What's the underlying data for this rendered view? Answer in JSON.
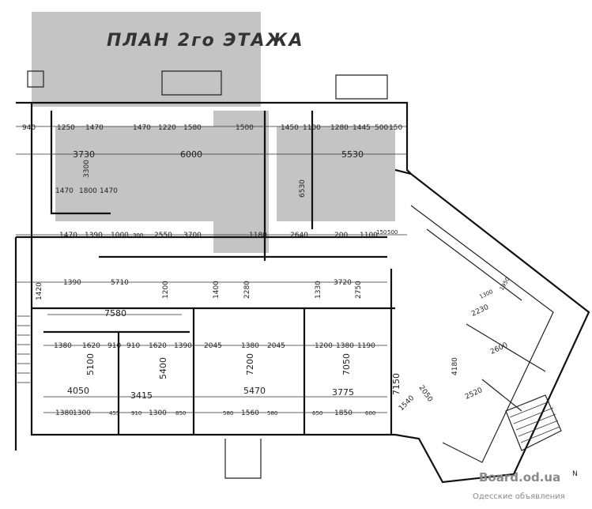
{
  "title": "ПЛАН 2го ЭТАЖА",
  "watermark": {
    "site": "Board.od.ua",
    "tagline": "Одесские объявления"
  },
  "top_row": [
    "940",
    "1250",
    "1470",
    "1470",
    "1220",
    "1580",
    "1500",
    "1450",
    "1100",
    "1280",
    "1445",
    "500",
    "150"
  ],
  "top_large": {
    "a": "3730",
    "b": "6000",
    "c": "5530"
  },
  "upper_vertical": {
    "left": "3300",
    "right": "6530"
  },
  "upper_small": {
    "a": "1470",
    "b": "1800",
    "c": "1470"
  },
  "mid_row": [
    "1470",
    "1390",
    "1000",
    "300",
    "2550",
    "3700",
    "1180",
    "2640",
    "200",
    "1100",
    "150",
    "500"
  ],
  "row3": {
    "a": "1390",
    "b": "5710",
    "c": "3720"
  },
  "row3_vertical": {
    "a": "1420",
    "b": "1200",
    "c": "1400",
    "d": "2280",
    "e": "1330",
    "f": "2750"
  },
  "hall_width": "7580",
  "room_row": [
    "1380",
    "1620",
    "910",
    "910",
    "1620",
    "1390",
    "2045",
    "1380",
    "2045",
    "1200",
    "1380",
    "1190"
  ],
  "room_vertical": {
    "a": "5100",
    "b": "5400",
    "c": "7200",
    "d": "7050",
    "e": "7150"
  },
  "room_widths": {
    "a": "4050",
    "b": "3415",
    "c": "5470",
    "d": "3775"
  },
  "bottom_row": [
    "1380",
    "1300",
    "455",
    "910",
    "1300",
    "850",
    "580",
    "1560",
    "580",
    "650",
    "1850",
    "600"
  ],
  "diagonal": {
    "a": "2050",
    "b": "4180",
    "c": "2520",
    "d": "2600",
    "e": "1540",
    "f": "2230",
    "g": "1300",
    "h": "1950"
  },
  "north": "N"
}
